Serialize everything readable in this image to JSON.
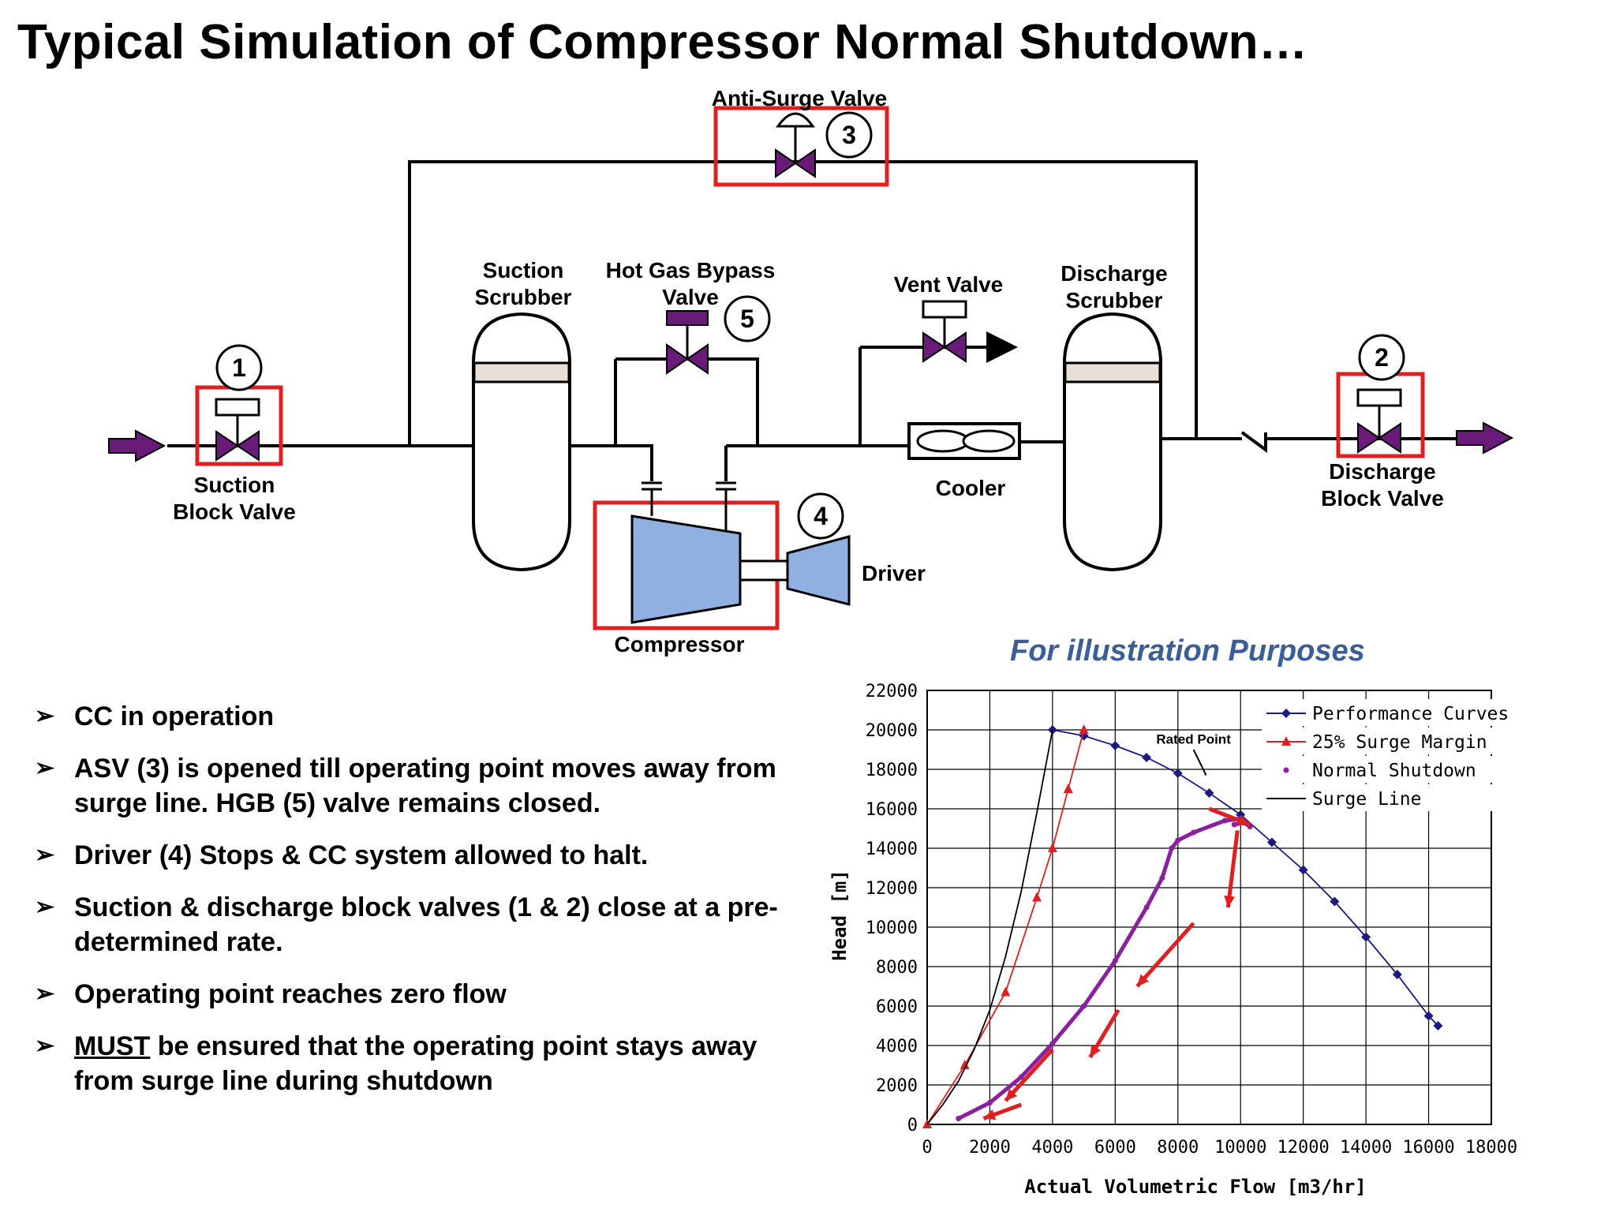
{
  "title": "Typical Simulation of Compressor Normal Shutdown…",
  "diagram": {
    "anti_surge_valve": {
      "label": "Anti-Surge Valve",
      "number": "3"
    },
    "suction_scrubber": {
      "line1": "Suction",
      "line2": "Scrubber"
    },
    "hot_gas_bypass": {
      "line1": "Hot Gas Bypass",
      "line2": "Valve",
      "number": "5"
    },
    "vent_valve": {
      "label": "Vent Valve"
    },
    "discharge_scrubber": {
      "line1": "Discharge",
      "line2": "Scrubber"
    },
    "suction_block_valve": {
      "line1": "Suction",
      "line2": "Block Valve",
      "number": "1"
    },
    "discharge_block_valve": {
      "line1": "Discharge",
      "line2": "Block Valve",
      "number": "2"
    },
    "cooler": {
      "label": "Cooler"
    },
    "compressor": {
      "label": "Compressor",
      "number": "4"
    },
    "driver": {
      "label": "Driver"
    },
    "colors": {
      "valve": "#6a1a78",
      "highlight": "#e02020",
      "machine": "#8fb0e0",
      "arrow": "#6a1a78"
    }
  },
  "bullets": [
    {
      "pre": "",
      "u": "",
      "text": "CC in operation"
    },
    {
      "pre": "",
      "u": "",
      "text": "ASV (3) is opened till operating point moves away from surge line. HGB (5) valve remains closed."
    },
    {
      "pre": "",
      "u": "",
      "text": "Driver (4) Stops & CC system allowed to halt."
    },
    {
      "pre": "",
      "u": "",
      "text": "Suction & discharge block valves (1 & 2) close at a pre- determined rate."
    },
    {
      "pre": "",
      "u": "",
      "text": "Operating point reaches zero flow"
    },
    {
      "pre": "",
      "u": "MUST",
      "text": " be ensured that the operating point stays away from surge line during shutdown"
    }
  ],
  "chart_note": "For illustration Purposes",
  "chart_data": {
    "type": "line",
    "title": "",
    "xlabel": "Actual Volumetric Flow [m3/hr]",
    "ylabel": "Head [m]",
    "xlim": [
      0,
      18000
    ],
    "ylim": [
      0,
      22000
    ],
    "xticks": [
      0,
      2000,
      4000,
      6000,
      8000,
      10000,
      12000,
      14000,
      16000,
      18000
    ],
    "yticks": [
      0,
      2000,
      4000,
      6000,
      8000,
      10000,
      12000,
      14000,
      16000,
      18000,
      20000,
      22000
    ],
    "grid": true,
    "legend_position": "top-right",
    "annotation": {
      "text": "Rated Point",
      "x": 8500,
      "y": 17700
    },
    "series": [
      {
        "name": "Performance Curves",
        "color": "#1a1a80",
        "marker": "diamond",
        "x": [
          4000,
          5000,
          6000,
          7000,
          8000,
          9000,
          10000,
          11000,
          12000,
          13000,
          14000,
          15000,
          16000,
          16300
        ],
        "y": [
          20000,
          19700,
          19200,
          18600,
          17800,
          16800,
          15700,
          14300,
          12900,
          11300,
          9500,
          7600,
          5500,
          5000
        ]
      },
      {
        "name": "25% Surge Margin",
        "color": "#e02020",
        "marker": "triangle",
        "x": [
          0,
          1200,
          2500,
          3500,
          4000,
          4500,
          5000
        ],
        "y": [
          0,
          3000,
          6700,
          11500,
          14000,
          17000,
          20000
        ]
      },
      {
        "name": "Normal Shutdown",
        "color": "#8a1fa0",
        "marker": "dot",
        "x": [
          1000,
          2000,
          3000,
          4000,
          5000,
          6000,
          7000,
          7500,
          7800,
          8000,
          8500,
          9500,
          10000,
          10300,
          10100,
          9800
        ],
        "y": [
          300,
          1100,
          2400,
          4100,
          6000,
          8300,
          11000,
          12500,
          14000,
          14400,
          14800,
          15400,
          15500,
          15100,
          15300,
          15200
        ]
      },
      {
        "name": "Surge Line",
        "color": "#000000",
        "marker": "none",
        "x": [
          0,
          500,
          1000,
          1500,
          2000,
          2500,
          3000,
          3500,
          4000
        ],
        "y": [
          0,
          1000,
          2200,
          3800,
          5800,
          8500,
          11800,
          15800,
          20000
        ]
      }
    ]
  }
}
